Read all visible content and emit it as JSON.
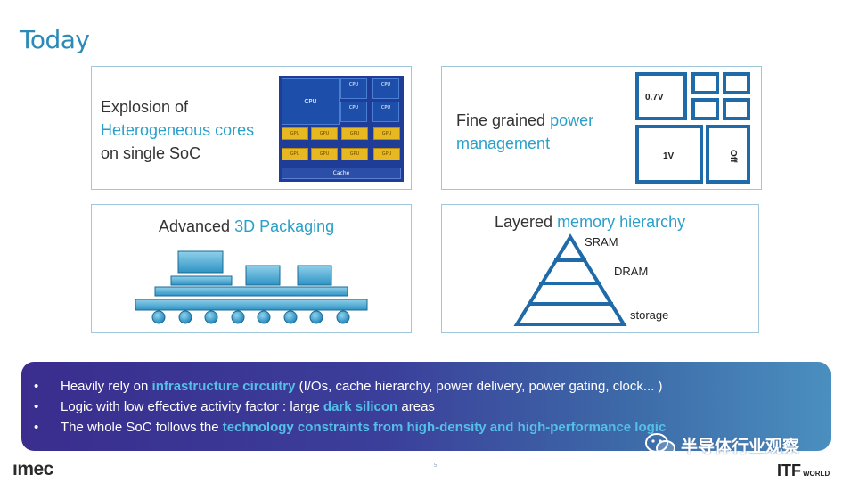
{
  "title": "Today",
  "panels": {
    "heterogeneous": {
      "line1": "Explosion of",
      "line2": "Heterogeneous cores",
      "line3": "on single SoC",
      "chip": {
        "cpu_big": "CPU",
        "cpu_small": [
          "CPU",
          "CPU",
          "CPU",
          "CPU"
        ],
        "gpu": [
          "GPU",
          "GPU",
          "GPU",
          "GPU",
          "GPU",
          "GPU",
          "GPU",
          "GPU"
        ],
        "cache": "Cache"
      }
    },
    "power": {
      "line1_plain": "Fine grained ",
      "line1_hl": "power",
      "line2_hl": "management",
      "labels": {
        "v07": "0.7V",
        "v1": "1V",
        "off": "Off"
      }
    },
    "packaging": {
      "plain": "Advanced ",
      "hl": "3D Packaging"
    },
    "memory": {
      "plain": "Layered ",
      "hl": "memory hierarchy",
      "levels": [
        "SRAM",
        "DRAM",
        "storage"
      ]
    }
  },
  "bullets": [
    {
      "marker": "•",
      "a": "Heavily rely on ",
      "b": "infrastructure circuitry",
      "c": "  (I/Os, cache hierarchy, power delivery, power gating, clock... )"
    },
    {
      "marker": "•",
      "a": "Logic with low effective activity factor : large ",
      "b": "dark silicon",
      "c": " areas"
    },
    {
      "marker": "•",
      "a": "The whole SoC follows the ",
      "b": "technology constraints from high-density and high-performance logic",
      "c": ""
    }
  ],
  "footer": {
    "imec": "ımec",
    "page": "5",
    "itf": "ITF",
    "itf_small": "WORLD",
    "watermark": "半导体行业观察"
  },
  "colors": {
    "accent": "#2a9fc9",
    "panel_border": "#9fc6da",
    "chip_blue": "#1f3c96",
    "gpu_yellow": "#e8b820",
    "power_blue": "#1f6aa8"
  }
}
